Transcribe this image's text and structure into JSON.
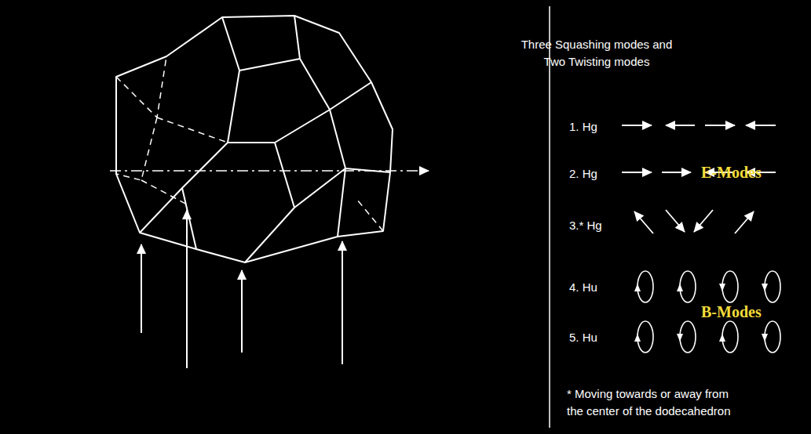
{
  "diagram": {
    "title": "Three Squashing modes and Two Twisting modes",
    "labels": [
      "1. Hg",
      "2. Hg",
      "3.* Hg",
      "4. Hu",
      "5. Hu",
      "E-Modes",
      "B-Modes",
      "* Moving towards or away from the center of the dodecahedron"
    ]
  }
}
